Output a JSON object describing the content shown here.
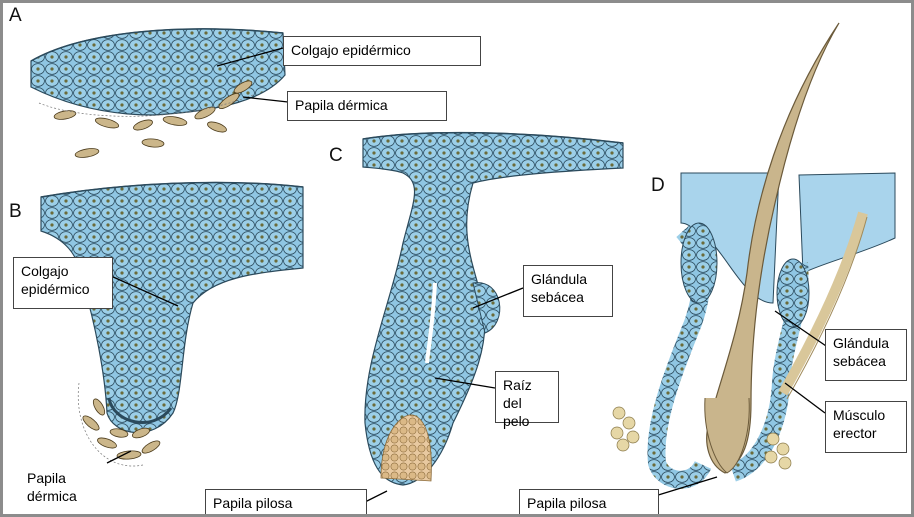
{
  "colors": {
    "epidermis": "#a9d4ec",
    "cell_fill": "#8fc6e3",
    "cell_outline": "#2b4a5c",
    "nucleus": "#6b6b3a",
    "dermal_cell": "#cbb68a",
    "hair": "#c9b58c",
    "hair_outline": "#6b5a3a",
    "frame": "#8c8c8c"
  },
  "panels": {
    "A": "A",
    "B": "B",
    "C": "C",
    "D": "D"
  },
  "labels": {
    "a_colgajo": "Colgajo epidérmico",
    "a_papila": "Papila dérmica",
    "b_colgajo": "Colgajo\nepidérmico",
    "b_papila": "Papila\ndérmica",
    "c_glandula": "Glándula\nsebácea",
    "c_raiz": "Raíz del\npelo",
    "c_papila": "Papila pilosa",
    "d_glandula": "Glándula\nsebácea",
    "d_musculo": "Músculo\nerector",
    "d_papila": "Papila pilosa"
  }
}
